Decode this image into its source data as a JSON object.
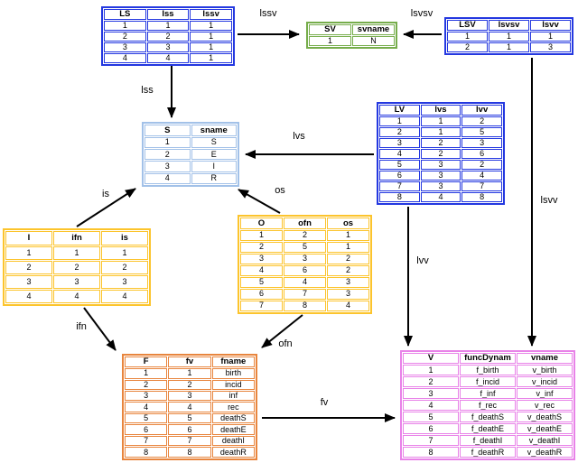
{
  "diagram": {
    "arrow_color": "#000000",
    "tables": {
      "ls": {
        "border": "#2438e0",
        "headers": [
          "LS",
          "lss",
          "lssv"
        ],
        "rows": [
          [
            "1",
            "1",
            "1"
          ],
          [
            "2",
            "2",
            "1"
          ],
          [
            "3",
            "3",
            "1"
          ],
          [
            "4",
            "4",
            "1"
          ]
        ]
      },
      "sv": {
        "border": "#76ad4b",
        "headers": [
          "SV",
          "svname"
        ],
        "rows": [
          [
            "1",
            "N"
          ]
        ]
      },
      "lsv": {
        "border": "#2438e0",
        "headers": [
          "LSV",
          "lsvsv",
          "lsvv"
        ],
        "rows": [
          [
            "1",
            "1",
            "1"
          ],
          [
            "2",
            "1",
            "3"
          ]
        ]
      },
      "s": {
        "border": "#a2c1e8",
        "headers": [
          "S",
          "sname"
        ],
        "rows": [
          [
            "1",
            "S"
          ],
          [
            "2",
            "E"
          ],
          [
            "3",
            "I"
          ],
          [
            "4",
            "R"
          ]
        ]
      },
      "lv": {
        "border": "#2438e0",
        "headers": [
          "LV",
          "lvs",
          "lvv"
        ],
        "rows": [
          [
            "1",
            "1",
            "2"
          ],
          [
            "2",
            "1",
            "5"
          ],
          [
            "3",
            "2",
            "3"
          ],
          [
            "4",
            "2",
            "6"
          ],
          [
            "5",
            "3",
            "2"
          ],
          [
            "6",
            "3",
            "4"
          ],
          [
            "7",
            "3",
            "7"
          ],
          [
            "8",
            "4",
            "8"
          ]
        ]
      },
      "i": {
        "border": "#fcc42c",
        "headers": [
          "I",
          "ifn",
          "is"
        ],
        "rows": [
          [
            "1",
            "1",
            "1"
          ],
          [
            "2",
            "2",
            "2"
          ],
          [
            "3",
            "3",
            "3"
          ],
          [
            "4",
            "4",
            "4"
          ]
        ]
      },
      "o": {
        "border": "#fcc42c",
        "headers": [
          "O",
          "ofn",
          "os"
        ],
        "rows": [
          [
            "1",
            "2",
            "1"
          ],
          [
            "2",
            "5",
            "1"
          ],
          [
            "3",
            "3",
            "2"
          ],
          [
            "4",
            "6",
            "2"
          ],
          [
            "5",
            "4",
            "3"
          ],
          [
            "6",
            "7",
            "3"
          ],
          [
            "7",
            "8",
            "4"
          ]
        ]
      },
      "f": {
        "border": "#e8853d",
        "headers": [
          "F",
          "fv",
          "fname"
        ],
        "rows": [
          [
            "1",
            "1",
            "birth"
          ],
          [
            "2",
            "2",
            "incid"
          ],
          [
            "3",
            "3",
            "inf"
          ],
          [
            "4",
            "4",
            "rec"
          ],
          [
            "5",
            "5",
            "deathS"
          ],
          [
            "6",
            "6",
            "deathE"
          ],
          [
            "7",
            "7",
            "deathI"
          ],
          [
            "8",
            "8",
            "deathR"
          ]
        ]
      },
      "v": {
        "border": "#e882e8",
        "headers": [
          "V",
          "funcDynam",
          "vname"
        ],
        "rows": [
          [
            "1",
            "f_birth",
            "v_birth"
          ],
          [
            "2",
            "f_incid",
            "v_incid"
          ],
          [
            "3",
            "f_inf",
            "v_inf"
          ],
          [
            "4",
            "f_rec",
            "v_rec"
          ],
          [
            "5",
            "f_deathS",
            "v_deathS"
          ],
          [
            "6",
            "f_deathE",
            "v_deathE"
          ],
          [
            "7",
            "f_deathI",
            "v_deathI"
          ],
          [
            "8",
            "f_deathR",
            "v_deathR"
          ]
        ]
      }
    },
    "arrow_labels": {
      "lssv": "lssv",
      "lsvsv": "lsvsv",
      "lss": "lss",
      "lvs": "lvs",
      "is": "is",
      "os": "os",
      "lvv": "lvv",
      "lsvv": "lsvv",
      "ifn": "ifn",
      "ofn": "ofn",
      "fv": "fv"
    }
  }
}
